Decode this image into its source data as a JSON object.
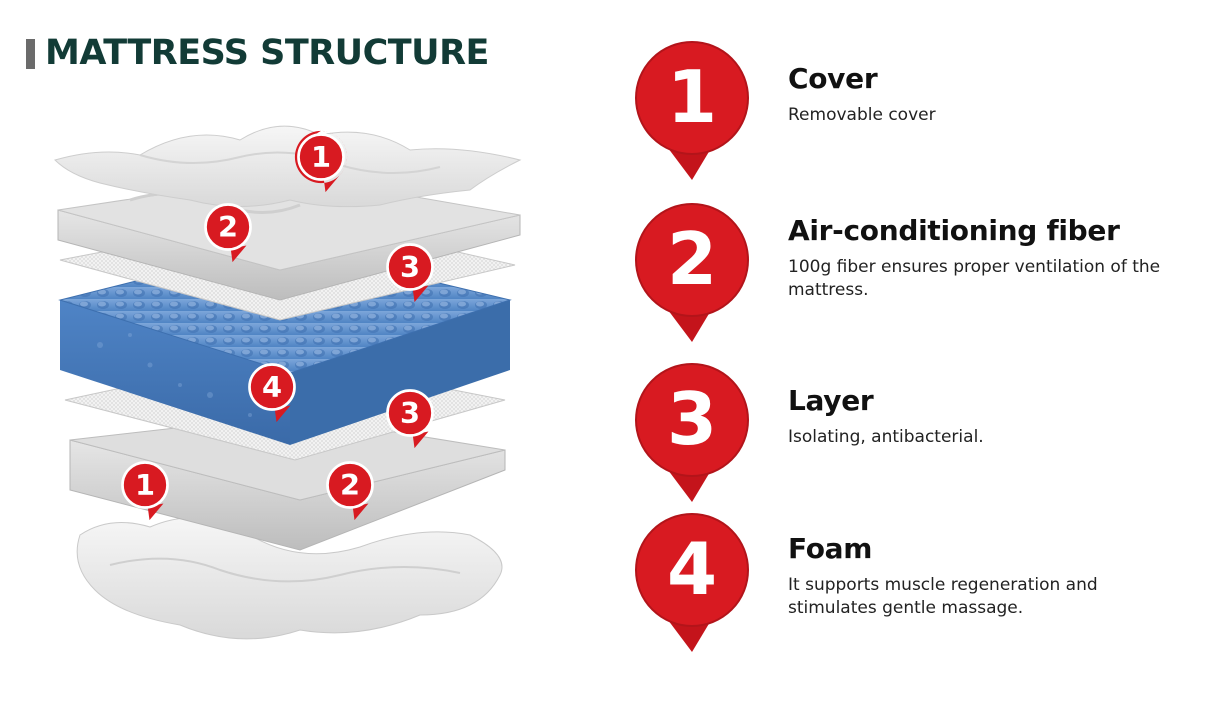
{
  "header": {
    "title": "MATTRESS STRUCTURE"
  },
  "layers": [
    {
      "number": "1",
      "title": "Cover",
      "description": "Removable cover"
    },
    {
      "number": "2",
      "title": "Air-conditioning fiber",
      "description": "100g fiber ensures proper ventilation of the mattress."
    },
    {
      "number": "3",
      "title": "Layer",
      "description": "Isolating, antibacterial."
    },
    {
      "number": "4",
      "title": "Foam",
      "description": "It supports muscle regeneration and stimulates gentle massage."
    }
  ],
  "diagram_markers": [
    "1",
    "2",
    "3",
    "4",
    "3",
    "1",
    "2"
  ],
  "colors": {
    "title": "#123b36",
    "pin": "#d81a21",
    "foam": "#4a7fc0",
    "fiber": "#cfcfcf",
    "cover": "#ececec"
  },
  "icons": {
    "pin": "map-pin-icon"
  }
}
